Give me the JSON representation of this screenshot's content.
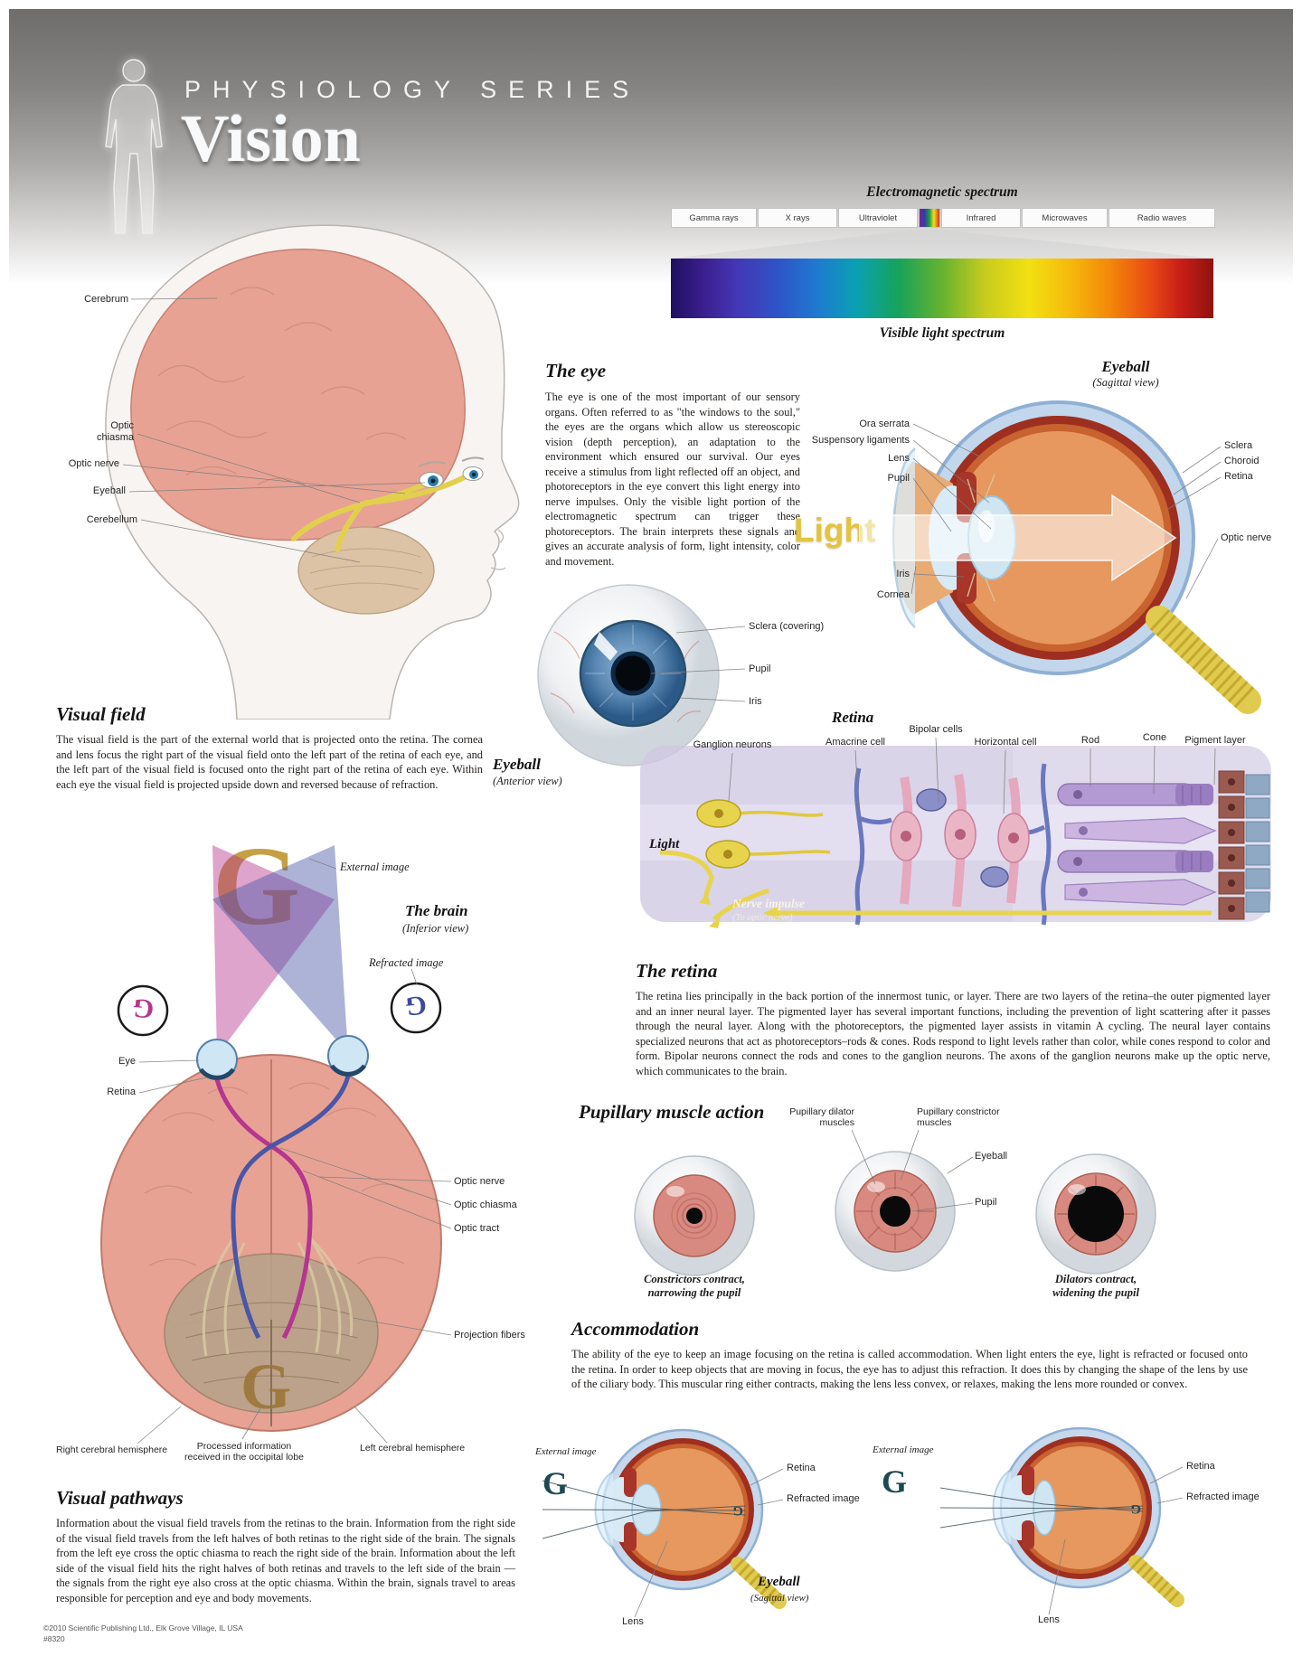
{
  "header": {
    "series_title": "PHYSIOLOGY SERIES",
    "title": "Vision"
  },
  "spectrum": {
    "title": "Electromagnetic spectrum",
    "bands": [
      "Gamma rays",
      "X rays",
      "Ultraviolet",
      "Infrared",
      "Microwaves",
      "Radio waves"
    ],
    "visible_label": "Visible light spectrum"
  },
  "head_diagram": {
    "labels": [
      "Cerebrum",
      "Optic chiasma",
      "Optic nerve",
      "Eyeball",
      "Cerebellum"
    ]
  },
  "the_eye": {
    "title": "The eye",
    "body": "The eye is one of the most important of our sensory organs. Often referred to as \"the windows to the soul,\" the eyes are the organs which allow us stereoscopic vision (depth perception), an adaptation to the environment which ensured our survival. Our eyes receive a stimulus from light reflected off an object, and photoreceptors in the eye convert this light energy into nerve impulses. Only the visible light portion of the electromagnetic spectrum can trigger these photoreceptors. The brain interprets these signals and gives an accurate analysis of form, light intensity, color and movement."
  },
  "sagittal": {
    "title": "Eyeball",
    "subtitle": "(Sagittal view)",
    "light_label": "Light",
    "left_labels": [
      "Ora serrata",
      "Suspensory ligaments",
      "Lens",
      "Pupil",
      "Iris",
      "Cornea"
    ],
    "right_labels": [
      "Sclera",
      "Choroid",
      "Retina",
      "Optic nerve"
    ]
  },
  "anterior": {
    "title": "Eyeball",
    "subtitle": "(Anterior view)",
    "labels": [
      "Sclera (covering)",
      "Pupil",
      "Iris"
    ]
  },
  "visual_field": {
    "title": "Visual field",
    "body": "The visual field is the part of the external world that is projected onto the retina. The cornea and lens focus the right part of the visual field onto the left part of the retina of each eye, and the left part of the visual field is focused onto the right part of the retina of each eye. Within each eye the visual field is projected upside down and reversed because of refraction."
  },
  "retina_diagram": {
    "title": "Retina",
    "top_labels": [
      "Ganglion neurons",
      "Amacrine cell",
      "Bipolar cells",
      "Horizontal cell",
      "Rod",
      "Cone",
      "Pigment layer"
    ],
    "light_label": "Light",
    "impulse_label": "Nerve impulse",
    "impulse_sub": "(To optic nerve)"
  },
  "the_retina": {
    "title": "The retina",
    "body": "The retina lies principally in the back portion of the innermost tunic, or layer. There are two layers of the retina–the outer pigmented layer and an inner neural layer. The pigmented layer has several important functions, including the prevention of light scattering after it passes through the neural layer. Along with the photoreceptors, the pigmented layer assists in vitamin A cycling. The neural layer contains specialized neurons that act as photoreceptors–rods & cones. Rods respond to light levels rather than color, while cones respond to color and form. Bipolar neurons connect the rods and cones to the ganglion neurons. The axons of the ganglion neurons make up the optic nerve, which communicates to the brain."
  },
  "pathway_diagram": {
    "glyph": "G",
    "external_image": "External image",
    "brain_title": "The brain",
    "brain_subtitle": "(Inferior view)",
    "refracted_image": "Refracted image",
    "eye_label": "Eye",
    "retina_label": "Retina",
    "optic_nerve": "Optic nerve",
    "optic_chiasma": "Optic chiasma",
    "optic_tract": "Optic tract",
    "projection_fibers": "Projection fibers",
    "right_hemisphere": "Right cerebral hemisphere",
    "processed_info": "Processed information received in the occipital lobe",
    "left_hemisphere": "Left cerebral hemisphere"
  },
  "pupillary": {
    "title": "Pupillary muscle action",
    "dilator_label": "Pupillary dilator muscles",
    "constrictor_label": "Pupillary constrictor muscles",
    "eyeball_label": "Eyeball",
    "pupil_label": "Pupil",
    "caption_left": "Constrictors contract,\nnarrowing the pupil",
    "caption_right": "Dilators contract,\nwidening the pupil"
  },
  "accommodation": {
    "title": "Accommodation",
    "body": "The ability of the eye to keep an image focusing on the retina is called accommodation. When light enters the eye, light is refracted or focused onto the retina. In order to keep objects that are moving in focus, the eye has to adjust this refraction. It does this by changing the shape of the lens by use of the ciliary body. This muscular ring either contracts, making the lens less convex, or relaxes, making the lens more rounded or convex.",
    "eye1": {
      "glyph": "G",
      "external_image": "External image",
      "retina": "Retina",
      "refracted_image": "Refracted image",
      "title": "Eyeball",
      "subtitle": "(Sagittal view)",
      "lens": "Lens"
    },
    "eye2": {
      "glyph": "G",
      "external_image": "External image",
      "retina": "Retina",
      "refracted_image": "Refracted image",
      "lens": "Lens"
    }
  },
  "visual_pathways": {
    "title": "Visual pathways",
    "body": "Information about the visual field travels from the retinas to the brain. Information from the right side of the visual field travels from the left halves of both retinas to the right side of the brain. The signals from the left eye cross the optic chiasma to reach the right side of the brain. Information about the left side of the visual field hits the right halves of both retinas and travels to the left side of the brain — the signals from the right eye also cross at the optic chiasma. Within the brain, signals travel to areas responsible for perception and eye and body movements."
  },
  "footer": {
    "copyright": "©2010 Scientific Publishing Ltd., Elk Grove Village, IL USA",
    "item_no": "#8320"
  },
  "colors": {
    "light_gold": "#e3c33f",
    "pathway_magenta": "#b5368f",
    "pathway_blue": "#4a56a6"
  }
}
